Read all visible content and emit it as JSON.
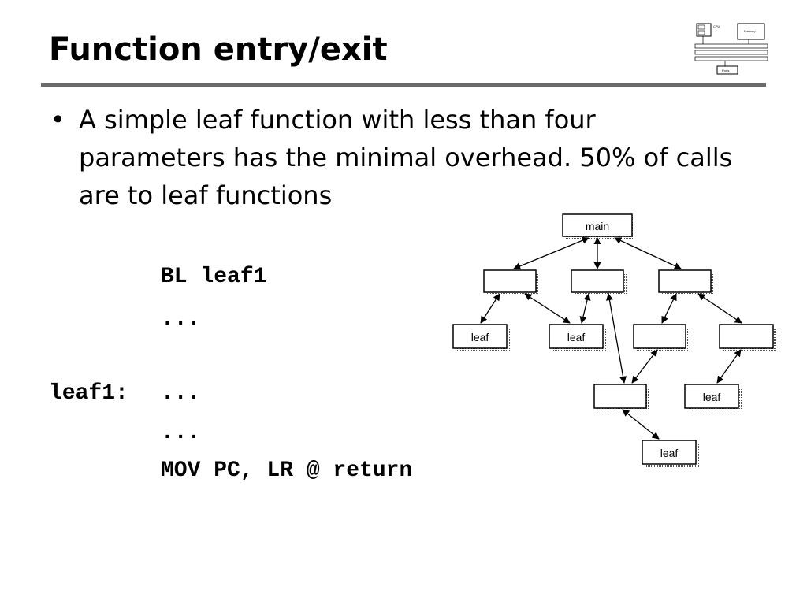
{
  "slide": {
    "title": "Function entry/exit",
    "bullet_marker": "•",
    "bullet_text": "A simple leaf function with less than four parameters has the minimal overhead. 50% of calls are to leaf functions"
  },
  "code": {
    "line1": "BL leaf1",
    "line2": "...",
    "line3_label": "leaf1:",
    "line3_code": "...",
    "line4": "...",
    "line5": "MOV PC, LR @ return"
  },
  "logo": {
    "cpu": "CPU",
    "memory": "Memory",
    "ports": "Ports"
  },
  "call_tree": {
    "root": "main",
    "leaf_label": "leaf"
  }
}
